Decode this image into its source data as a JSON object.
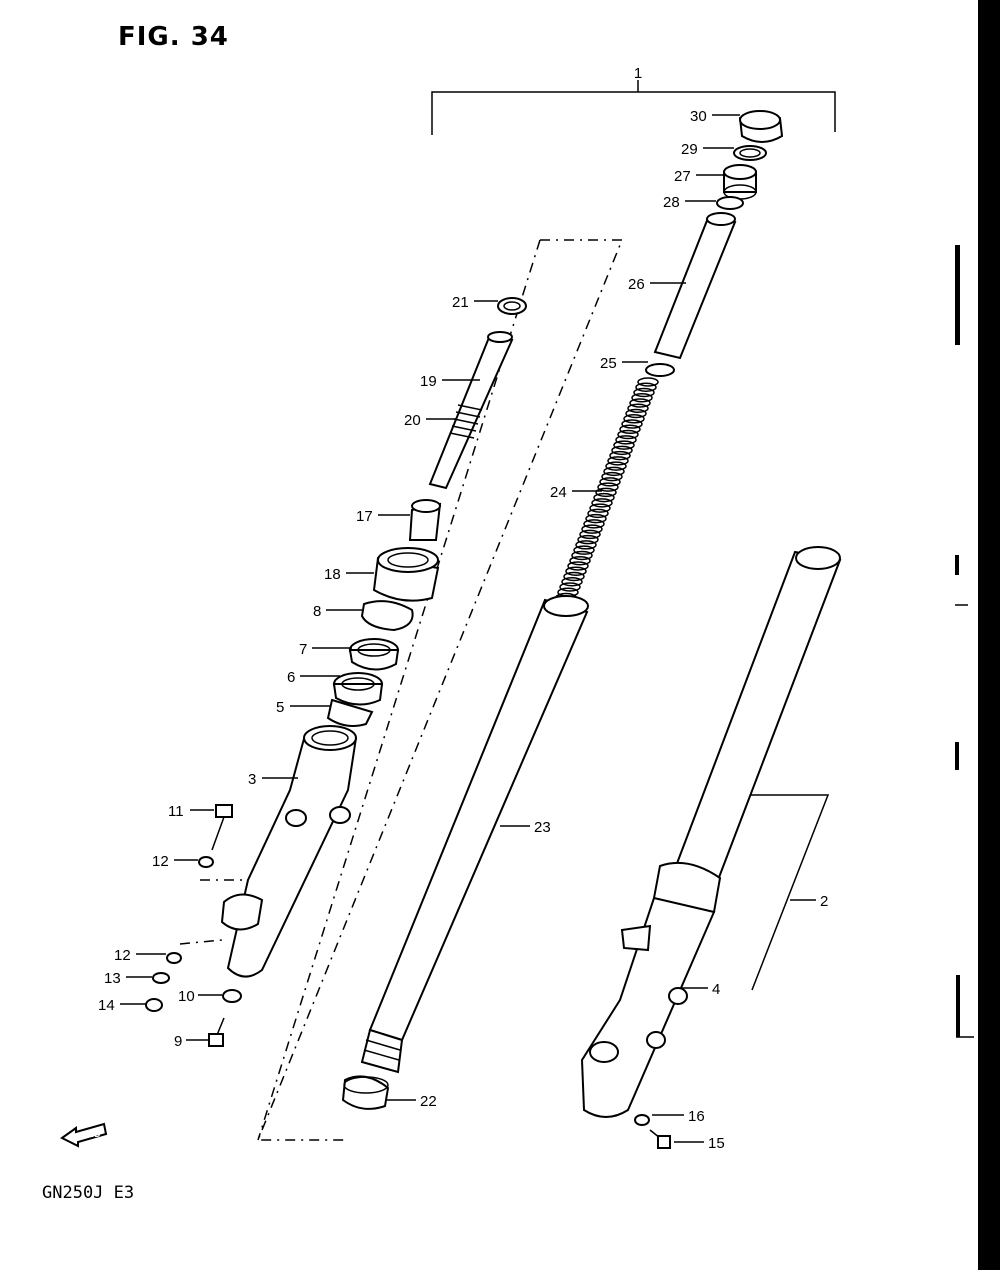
{
  "figure": {
    "title": "FIG. 34",
    "model": "GN250J  E3"
  },
  "fwd_label": "FWD",
  "callouts": [
    {
      "id": "c1",
      "label": "1"
    },
    {
      "id": "c2",
      "label": "2"
    },
    {
      "id": "c3",
      "label": "3"
    },
    {
      "id": "c4",
      "label": "4"
    },
    {
      "id": "c5",
      "label": "5"
    },
    {
      "id": "c6",
      "label": "6"
    },
    {
      "id": "c7",
      "label": "7"
    },
    {
      "id": "c8",
      "label": "8"
    },
    {
      "id": "c9",
      "label": "9"
    },
    {
      "id": "c10",
      "label": "10"
    },
    {
      "id": "c11",
      "label": "11"
    },
    {
      "id": "c12a",
      "label": "12"
    },
    {
      "id": "c12b",
      "label": "12"
    },
    {
      "id": "c13",
      "label": "13"
    },
    {
      "id": "c14",
      "label": "14"
    },
    {
      "id": "c15",
      "label": "15"
    },
    {
      "id": "c16",
      "label": "16"
    },
    {
      "id": "c17",
      "label": "17"
    },
    {
      "id": "c18",
      "label": "18"
    },
    {
      "id": "c19",
      "label": "19"
    },
    {
      "id": "c20",
      "label": "20"
    },
    {
      "id": "c21",
      "label": "21"
    },
    {
      "id": "c22",
      "label": "22"
    },
    {
      "id": "c23",
      "label": "23"
    },
    {
      "id": "c24",
      "label": "24"
    },
    {
      "id": "c25",
      "label": "25"
    },
    {
      "id": "c26",
      "label": "26"
    },
    {
      "id": "c27",
      "label": "27"
    },
    {
      "id": "c28",
      "label": "28"
    },
    {
      "id": "c29",
      "label": "29"
    },
    {
      "id": "c30",
      "label": "30"
    }
  ]
}
